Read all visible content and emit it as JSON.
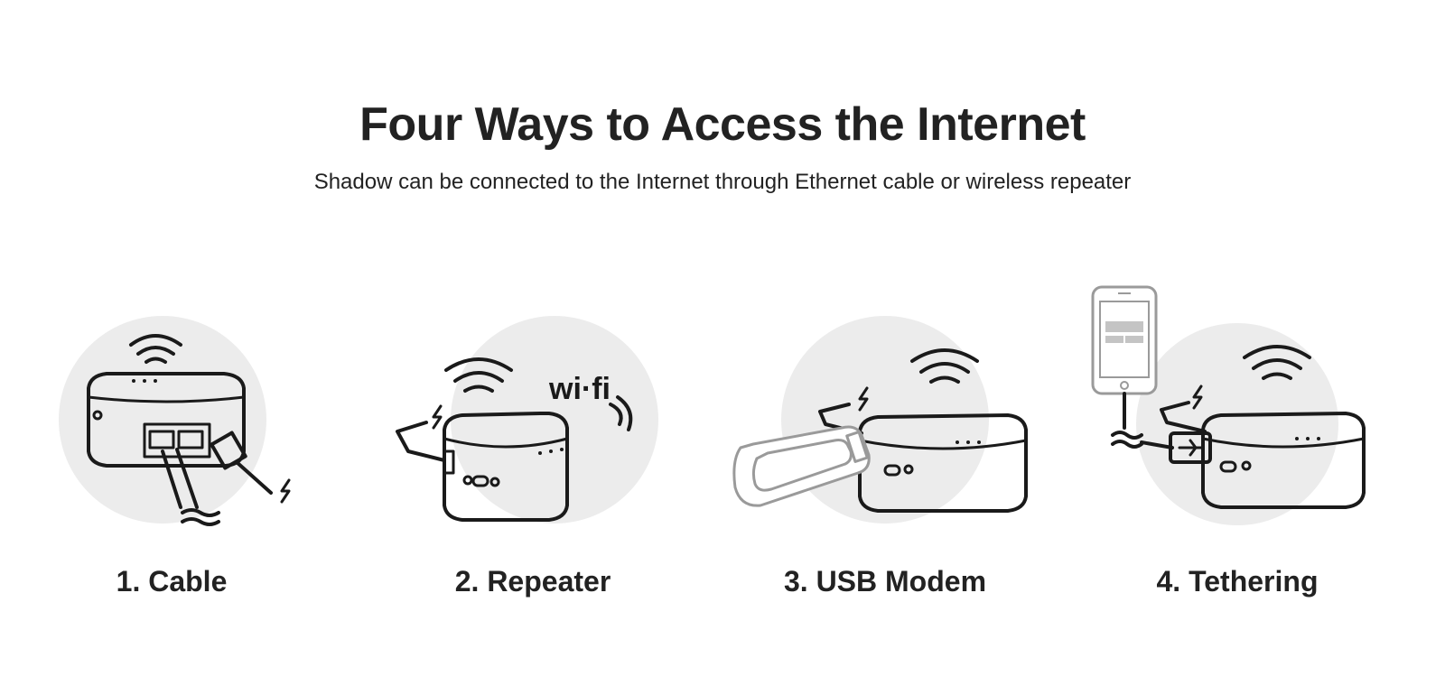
{
  "header": {
    "title": "Four Ways to Access the Internet",
    "subtitle": "Shadow can be connected to the Internet through Ethernet cable or wireless repeater"
  },
  "methods": [
    {
      "label": "1. Cable",
      "illustration": "router-ethernet-cable"
    },
    {
      "label": "2. Repeater",
      "illustration": "router-wifi-repeater",
      "badge": "wi-fi"
    },
    {
      "label": "3. USB Modem",
      "illustration": "router-usb-modem"
    },
    {
      "label": "4. Tethering",
      "illustration": "router-phone-tethering"
    }
  ],
  "colors": {
    "background": "#ffffff",
    "text": "#222222",
    "circle": "#ececec",
    "line": "#1a1a1a",
    "muted_line": "#9a9a9a"
  }
}
